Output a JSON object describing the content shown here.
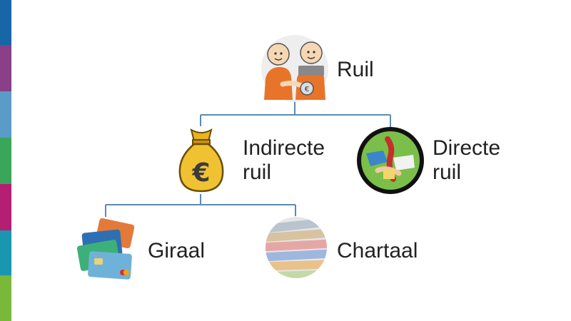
{
  "sidebar": {
    "stripe_colors": [
      "#1766a6",
      "#8a3f86",
      "#5a9bc7",
      "#3aa65a",
      "#b51f73",
      "#1997b0",
      "#7ab83a"
    ]
  },
  "diagram": {
    "line_color": "#5a8ab8",
    "root": {
      "label": "Ruil",
      "icon": "people-trading-icon"
    },
    "indirect": {
      "label_line1": "Indirecte",
      "label_line2": "ruil",
      "icon": "euro-money-bag-icon"
    },
    "direct": {
      "label_line1": "Directe",
      "label_line2": "ruil",
      "icon": "barter-exchange-icon"
    },
    "giraal": {
      "label": "Giraal",
      "icon": "bank-cards-icon"
    },
    "chartaal": {
      "label": "Chartaal",
      "icon": "euro-banknotes-icon"
    }
  }
}
